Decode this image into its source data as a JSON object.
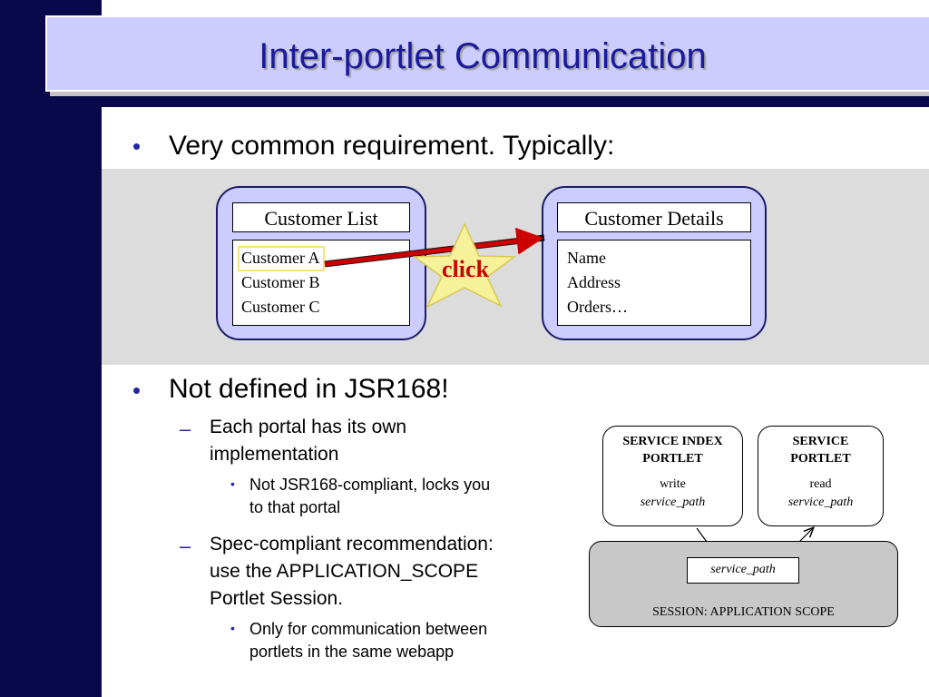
{
  "title": "Inter-portlet Communication",
  "bullet1": "Very common requirement. Typically:",
  "figure1": {
    "list_title": "Customer List",
    "list_items": [
      "Customer A",
      "Customer B",
      "Customer C"
    ],
    "details_title": "Customer Details",
    "details_items": [
      "Name",
      "Address",
      "Orders…"
    ],
    "click_label": "click"
  },
  "bullet2": {
    "text": "Not defined in JSR168!",
    "sub1": {
      "lines": [
        "Each portal has its own",
        "implementation"
      ],
      "subsub": [
        "Not JSR168-compliant, locks you",
        "to that portal"
      ]
    },
    "sub2": {
      "lines": [
        "Spec-compliant recommendation:",
        "use the APPLICATION_SCOPE",
        "Portlet Session."
      ],
      "subsub": [
        "Only for communication between",
        "portlets in the same webapp"
      ]
    }
  },
  "figure2": {
    "index_portlet_title": [
      "SERVICE INDEX",
      "PORTLET"
    ],
    "index_action": "write",
    "index_path": "service_path",
    "service_portlet_title": [
      "SERVICE",
      "PORTLET"
    ],
    "service_action": "read",
    "service_path": "service_path",
    "session_item": "service_path",
    "session_label": "SESSION: APPLICATION SCOPE"
  },
  "colors": {
    "navy": "#08084a",
    "title_bg": "#ccccff",
    "title_text": "#1a1a9a",
    "bullet": "#2424a8",
    "arrow": "#cc0000",
    "star": "#f7f29a",
    "click_text": "#cc0000"
  }
}
